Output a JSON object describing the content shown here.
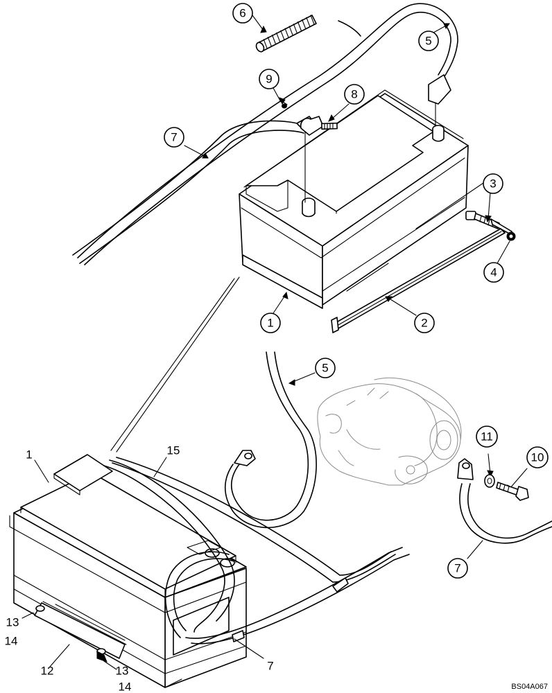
{
  "callouts_top": [
    {
      "id": "c6",
      "label": "6"
    },
    {
      "id": "c5a",
      "label": "5"
    },
    {
      "id": "c9",
      "label": "9"
    },
    {
      "id": "c8",
      "label": "8"
    },
    {
      "id": "c7a",
      "label": "7"
    },
    {
      "id": "c3",
      "label": "3"
    },
    {
      "id": "c4",
      "label": "4"
    },
    {
      "id": "c1",
      "label": "1"
    },
    {
      "id": "c2",
      "label": "2"
    },
    {
      "id": "c5b",
      "label": "5"
    },
    {
      "id": "c11",
      "label": "11"
    },
    {
      "id": "c10",
      "label": "10"
    },
    {
      "id": "c7b",
      "label": "7"
    }
  ],
  "labels_bottom": [
    {
      "id": "l1",
      "label": "1"
    },
    {
      "id": "l15",
      "label": "15"
    },
    {
      "id": "l13a",
      "label": "13"
    },
    {
      "id": "l14a",
      "label": "14"
    },
    {
      "id": "l12",
      "label": "12"
    },
    {
      "id": "l13b",
      "label": "13"
    },
    {
      "id": "l14b",
      "label": "14"
    },
    {
      "id": "l7",
      "label": "7"
    }
  ],
  "reference_code": "BS04A067"
}
